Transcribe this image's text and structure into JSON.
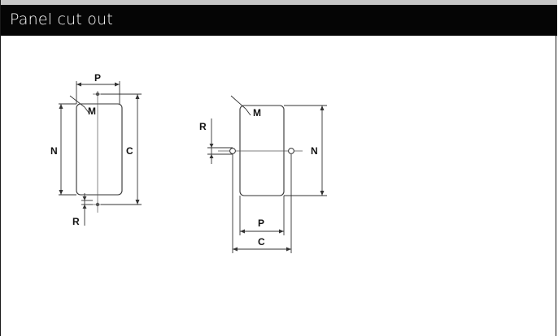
{
  "header": {
    "title": "Panel cut out"
  },
  "diagram_vertical": {
    "label_p": "P",
    "label_m": "M",
    "label_n": "N",
    "label_c": "C",
    "label_r": "R"
  },
  "diagram_horizontal": {
    "label_m": "M",
    "label_r": "R",
    "label_n": "N",
    "label_p": "P",
    "label_c": "C"
  },
  "colors": {
    "header_background": "#050505",
    "header_text": "#ffffff",
    "line": "#333333",
    "border": "#1a1a1a"
  }
}
